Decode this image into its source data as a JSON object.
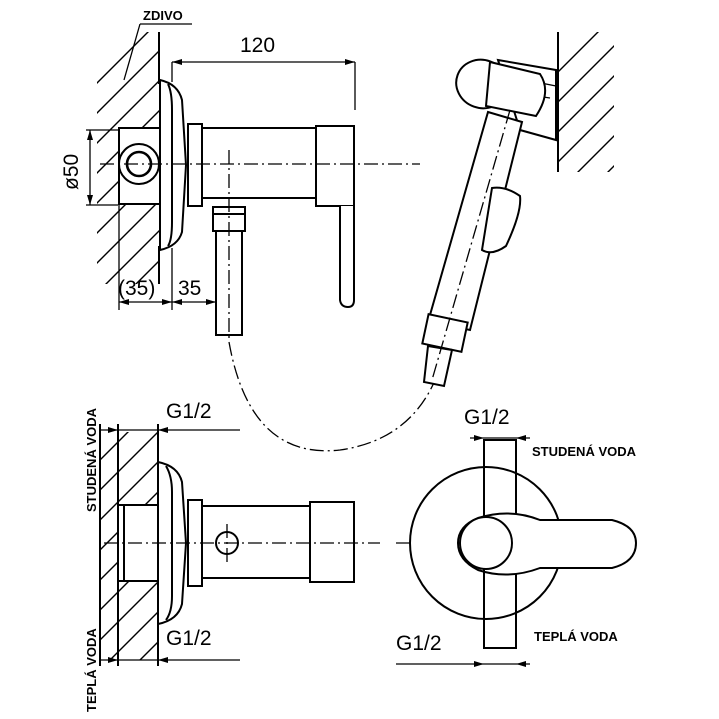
{
  "labels": {
    "wall": "ZDIVO",
    "length": "120",
    "diameter": "ø50",
    "depth_bracket": "(35)",
    "depth": "35",
    "thread_side_top": "G1/2",
    "thread_side_bottom": "G1/2",
    "thread_front_top": "G1/2",
    "thread_front_bottom": "G1/2",
    "cold_water_vertical": "STUDENÁ VODA",
    "hot_water_vertical": "TEPLÁ VODA",
    "cold_water_front": "STUDENÁ VODA",
    "hot_water_front": "TEPLÁ VODA"
  }
}
